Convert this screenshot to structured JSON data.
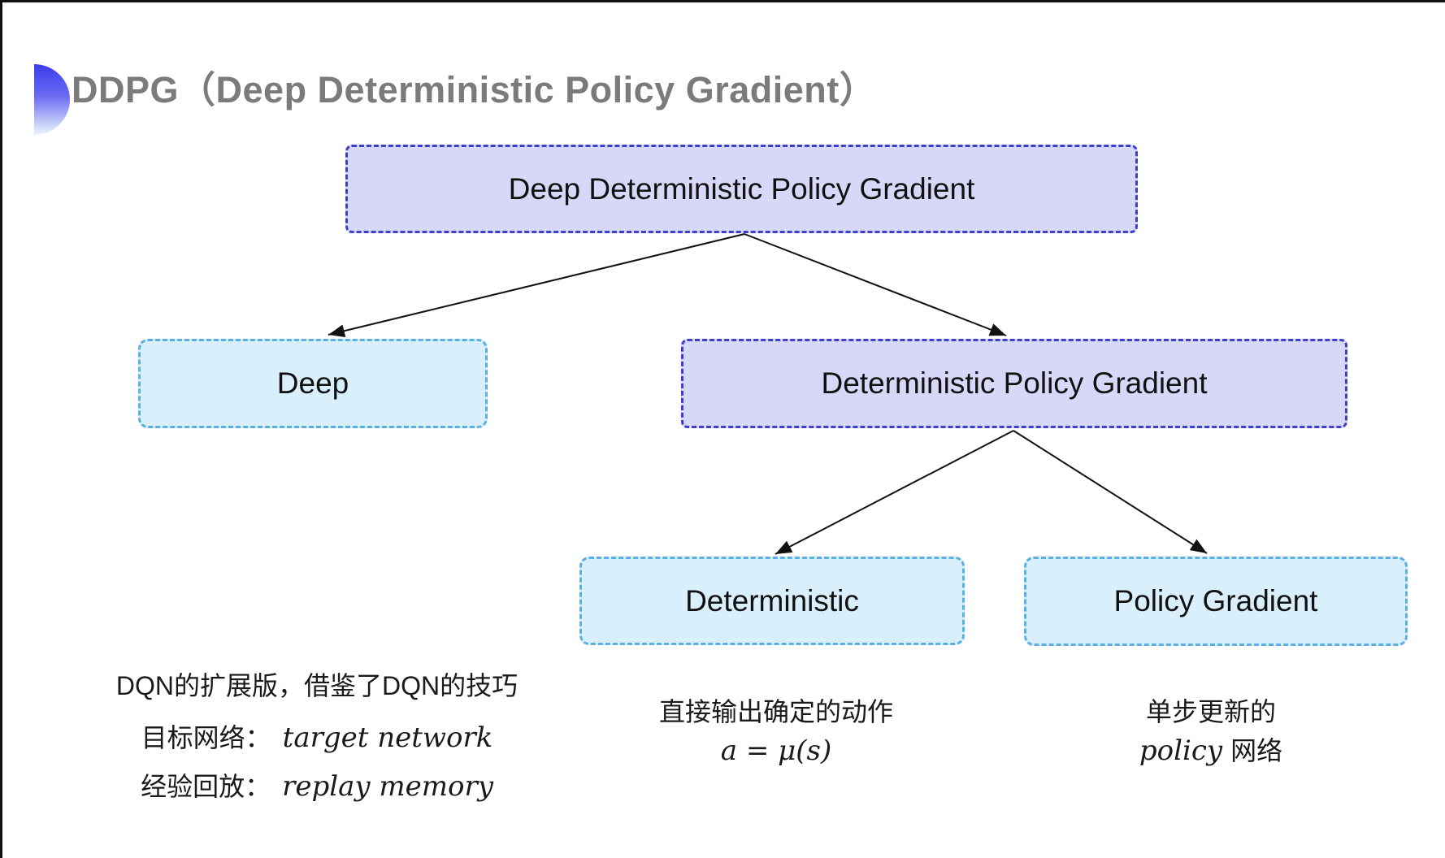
{
  "frame": {
    "top_border_color": "#111111",
    "left_border_color": "#111111",
    "background": "#ffffff"
  },
  "header": {
    "bullet_icon": "half-circle-bullet",
    "bullet_gradient_top": "#3c3cee",
    "bullet_gradient_bottom": "#eef3fd",
    "title": "DDPG（Deep Deterministic Policy Gradient）",
    "title_color": "#7b7b7b"
  },
  "colors": {
    "purple_fill": "#d7d7f8",
    "purple_border": "#3e3ecd",
    "cyan_fill": "#d9effb",
    "cyan_border": "#58b0e3",
    "arrow": "#111111",
    "text": "#111111"
  },
  "tree": {
    "root": {
      "label": "Deep Deterministic Policy Gradient",
      "variant": "purple"
    },
    "level2": [
      {
        "label": "Deep",
        "variant": "cyan"
      },
      {
        "label": "Deterministic Policy Gradient",
        "variant": "purple"
      }
    ],
    "level3": [
      {
        "label": "Deterministic",
        "variant": "cyan"
      },
      {
        "label": "Policy Gradient",
        "variant": "cyan"
      }
    ],
    "edges": [
      "root→deep",
      "root→deterministic-policy-gradient",
      "deterministic-policy-gradient→deterministic",
      "deterministic-policy-gradient→policy-gradient"
    ]
  },
  "notes": {
    "deep": {
      "line1": "DQN的扩展版，借鉴了DQN的技巧",
      "items": [
        {
          "zh": "目标网络：",
          "en": "target network"
        },
        {
          "zh": "经验回放：",
          "en": "replay memory"
        }
      ]
    },
    "deterministic": {
      "line1": "直接输出确定的动作",
      "formula": "a = μ(s)"
    },
    "policy_gradient": {
      "line1": "单步更新的",
      "en": "policy",
      "zh": "网络"
    }
  }
}
